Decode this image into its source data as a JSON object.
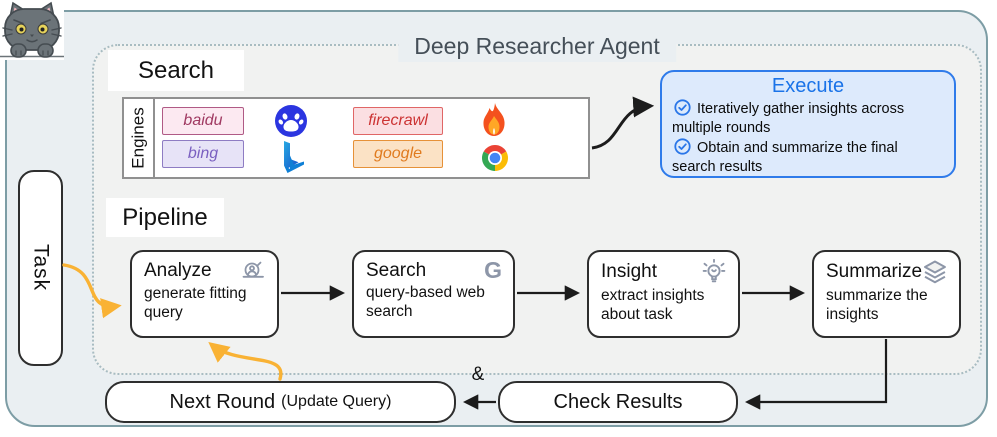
{
  "title": "Deep Researcher Agent",
  "search_section": {
    "label": "Search",
    "engines_box_label": "Engines",
    "engines": [
      {
        "name": "baidu",
        "icon": "baidu-paw-icon"
      },
      {
        "name": "bing",
        "icon": "bing-logo-icon"
      },
      {
        "name": "firecrawl",
        "icon": "flame-icon"
      },
      {
        "name": "google",
        "icon": "chrome-logo-icon"
      }
    ]
  },
  "execute_panel": {
    "title": "Execute",
    "bullet_icon": "check-circle-icon",
    "items": [
      "Iteratively gather insights across multiple rounds",
      "Obtain and summarize the final search results"
    ]
  },
  "pipeline_section": {
    "label": "Pipeline",
    "steps": [
      {
        "title": "Analyze",
        "desc": "generate fitting query",
        "icon": "person-search-icon"
      },
      {
        "title": "Search",
        "desc": "query-based web search",
        "icon": "google-g-icon"
      },
      {
        "title": "Insight",
        "desc": "extract insights about task",
        "icon": "lightbulb-icon"
      },
      {
        "title": "Summarize",
        "desc": "summarize the insights",
        "icon": "layers-icon"
      }
    ]
  },
  "task_box": {
    "label": "Task"
  },
  "loop_row": {
    "next_round_label": "Next Round",
    "next_round_note": "(Update Query)",
    "joiner": "&",
    "check_results_label": "Check Results"
  },
  "colors": {
    "outer_border": "#7d9da5",
    "outer_bg": "#eaeff2",
    "inner_bg": "#f1f2f1",
    "execute_bg": "#ddeafc",
    "execute_border": "#2f7bea",
    "execute_title": "#1a73e8",
    "arrow_black": "#1c1c1c",
    "arrow_yellow": "#f9b234",
    "baidu_chip_text": "#a03a62",
    "bing_chip_text": "#7a5fc0",
    "firecrawl_chip_text": "#cc3333",
    "google_chip_text": "#e07b1f"
  }
}
